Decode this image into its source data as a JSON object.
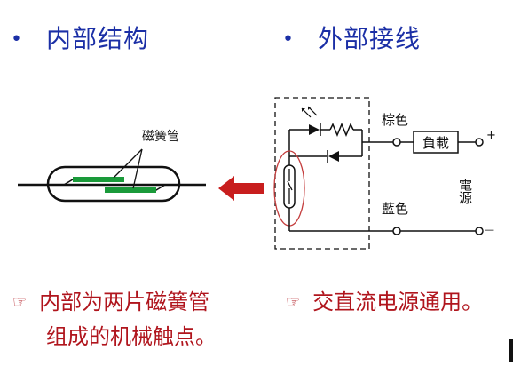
{
  "headings": {
    "left": "内部结构",
    "right": "外部接线",
    "bullet": "•"
  },
  "left_diagram": {
    "reed_label": "磁簧管"
  },
  "right_diagram": {
    "brown_label": "棕色",
    "blue_label": "藍色",
    "load_label": "負載",
    "power_label": "電源",
    "plus": "+",
    "minus": "—"
  },
  "notes": {
    "left_line1": "内部为两片磁簧管",
    "left_line2": "组成的机械触点。",
    "right": "交直流电源通用。",
    "hand_icon": "☞"
  },
  "colors": {
    "heading": "#1b2fa6",
    "note": "#b0151d",
    "reed": "#1a9a3a",
    "arrow": "#c81e1e",
    "ellipse": "#c43c3c"
  }
}
